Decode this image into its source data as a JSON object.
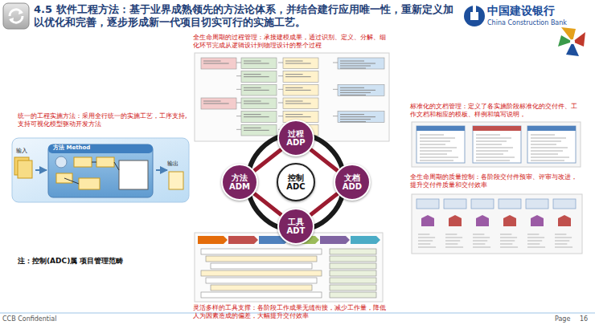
{
  "diagram": {
    "title": "4.5 软件工程方法：基于业界成熟领先的方法论体系，并结合建行应用唯一性，重新定义加以优化和完善，逐步形成新一代项目切实可行的实施工艺。",
    "nodes": [
      {
        "text": [
          "过程",
          "ADP"
        ]
      },
      {
        "text": [
          "方法",
          "ADM"
        ]
      },
      {
        "text": [
          "控制",
          "ADC"
        ]
      },
      {
        "text": [
          "文档",
          "ADD"
        ]
      },
      {
        "text": [
          "工具",
          "ADT"
        ]
      }
    ],
    "edges": [
      {
        "from": 0,
        "to": 3,
        "arrow": "none"
      },
      {
        "from": 3,
        "to": 4,
        "arrow": "none"
      },
      {
        "from": 4,
        "to": 1,
        "arrow": "none"
      },
      {
        "from": 1,
        "to": 0,
        "arrow": "none"
      }
    ],
    "labels": [
      "中国建设银行",
      "China Construction Bank",
      "全生命周期的过程管理：承接建模成果，通过识别、定义、分解、细化环节完成从逻辑设计到物理设计的整个过程",
      "统一的工程实施方法：采用全行统一的实施工艺，工序支持,支持可视化模型驱动开发方法",
      "方法 Method",
      "输入",
      "输出",
      "标准化的文档管理：定义了各实施阶段标准化的交付件、工作文档和相应的模板、样例和填写说明，",
      "全生命周期的质量控制：各阶段交付件预审、评审与改进，提升交付件质量和交付效率",
      "注：控制(ADC)属 项目管理范畴",
      "灵活多样的工具支撑：各阶段工作成果无缝衔接，减少工作量，降低人为因素造成的偏差，大幅提升交付效率",
      "CCB Confidential",
      "Page",
      "16"
    ]
  }
}
